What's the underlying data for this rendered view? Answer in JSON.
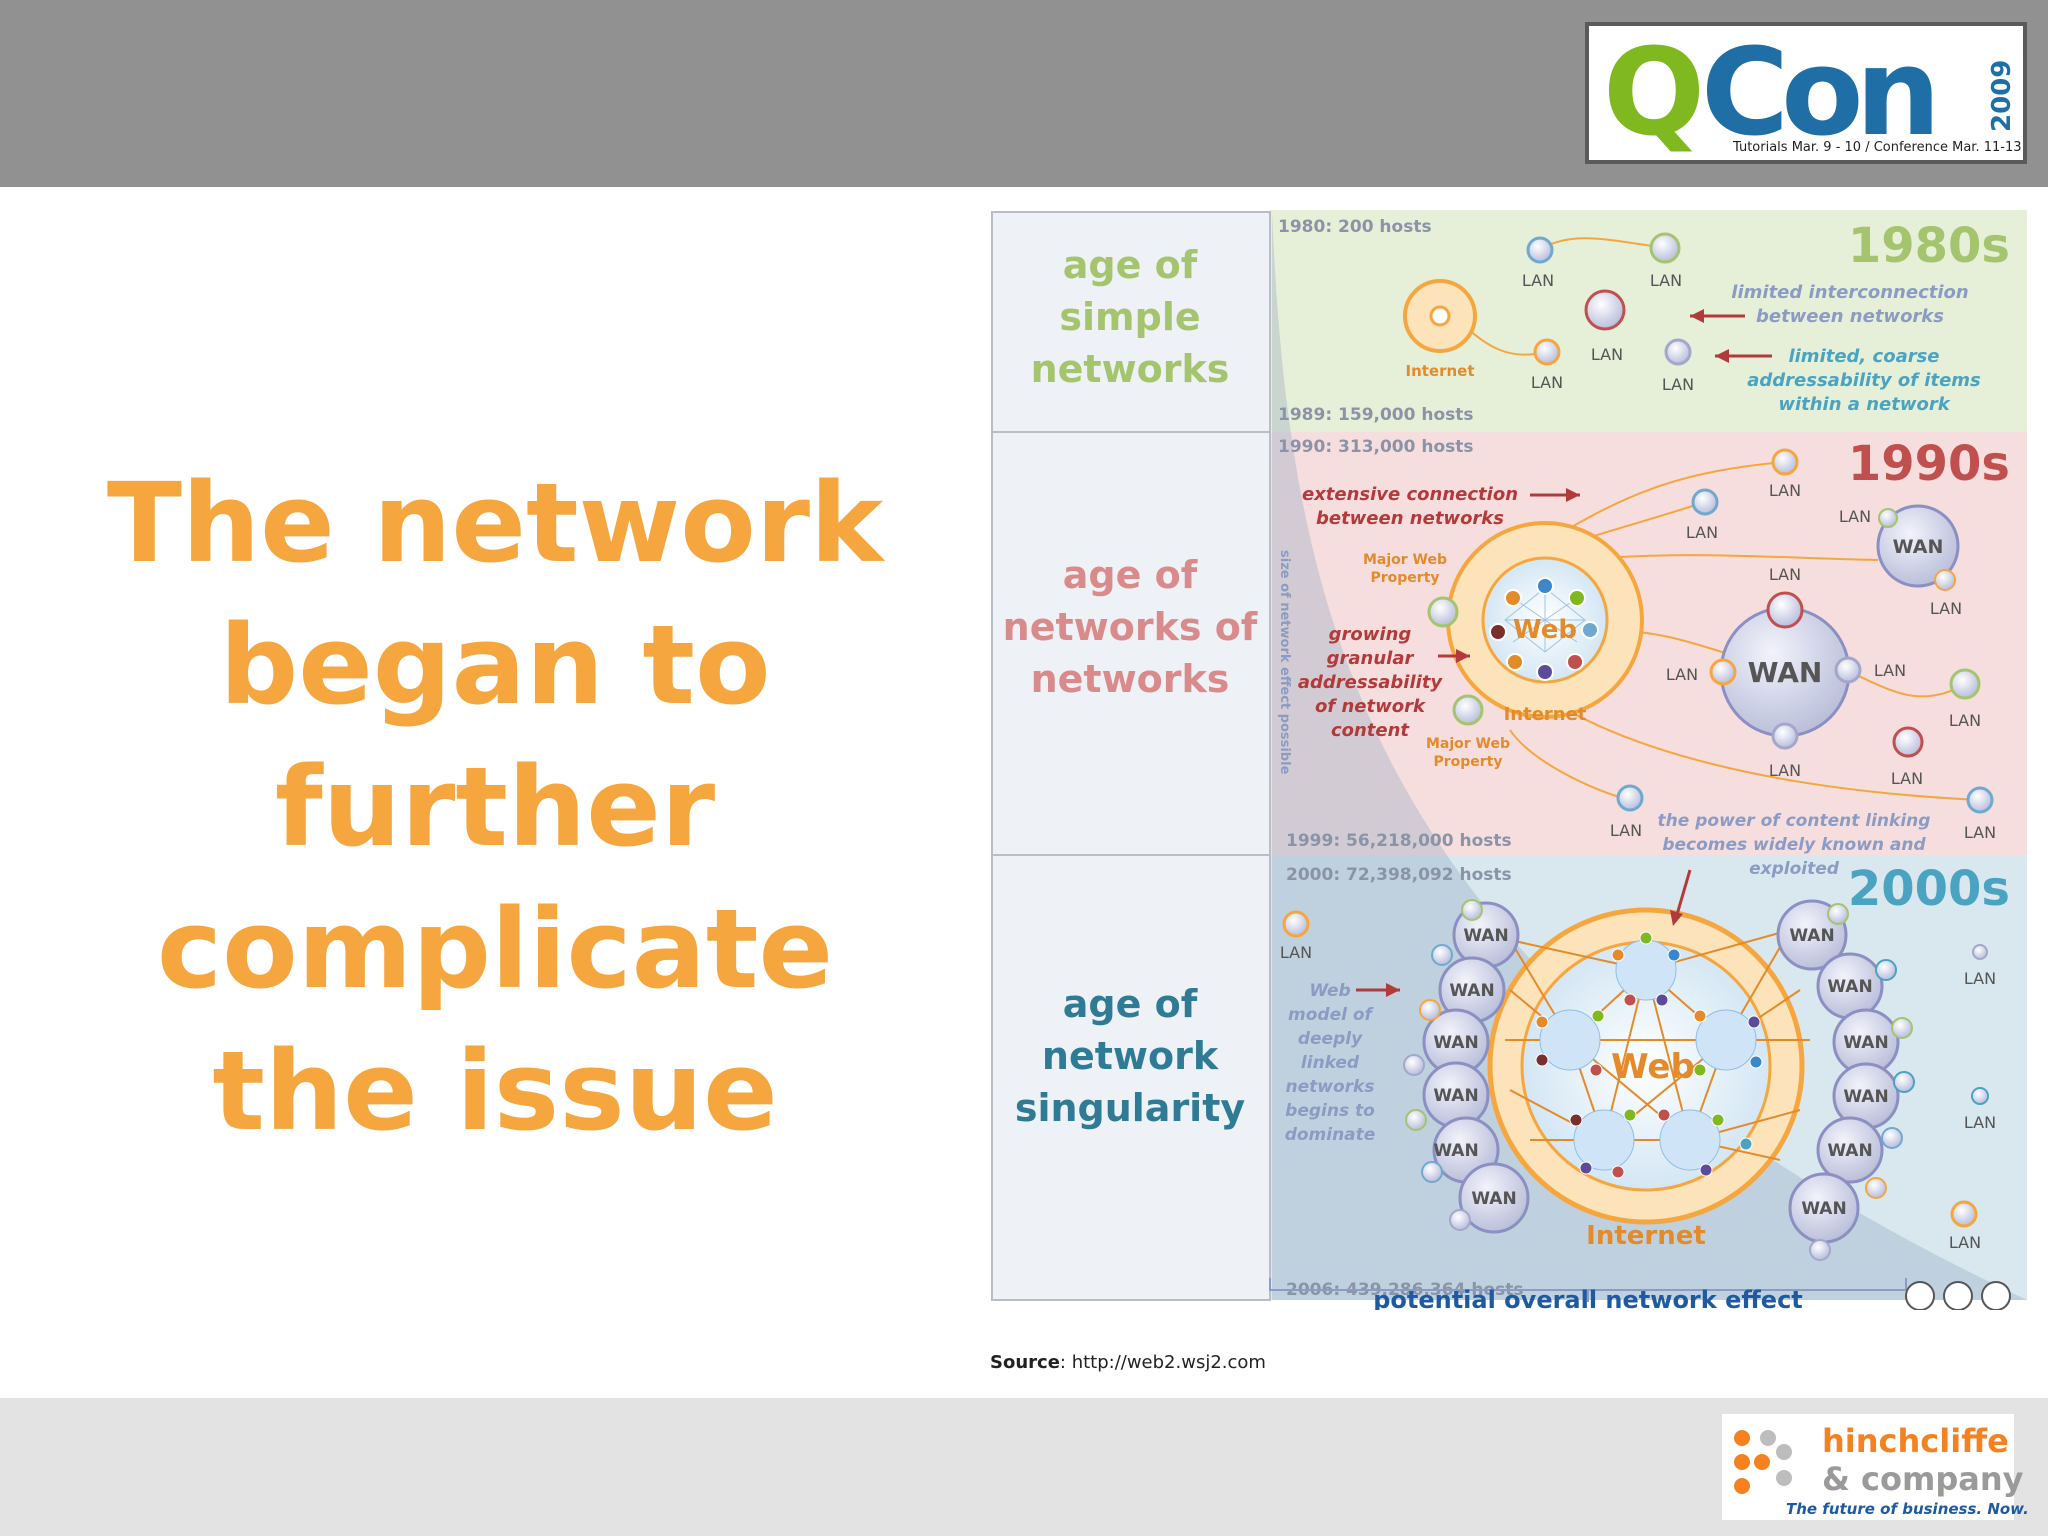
{
  "header": {
    "logo_q": "Q",
    "logo_con": "Con",
    "logo_year": "2009",
    "logo_tagline": "Tutorials Mar. 9 - 10  /  Conference Mar. 11-13"
  },
  "slide": {
    "headline_lines": [
      "The network",
      "began to",
      "further",
      "complicate",
      "the issue"
    ]
  },
  "diagram": {
    "ages": [
      {
        "lines": [
          "age of",
          "simple",
          "networks"
        ]
      },
      {
        "lines": [
          "age of",
          "networks of",
          "networks"
        ]
      },
      {
        "lines": [
          "age of",
          "network",
          "singularity"
        ]
      }
    ],
    "decades": [
      "1980s",
      "1990s",
      "2000s"
    ],
    "hosts": [
      "1980: 200 hosts",
      "1989: 159,000 hosts",
      "1990: 313,000 hosts",
      "1999: 56,218,000 hosts",
      "2000: 72,398,092 hosts",
      "2006: 439,286,364 hosts"
    ],
    "notes_1980": [
      "limited interconnection",
      "between networks",
      "limited, coarse",
      "addressability of items",
      "within a network"
    ],
    "notes_1990": [
      "extensive connection",
      "between networks",
      "growing",
      "granular",
      "addressability",
      "of network",
      "content",
      "the power of content linking",
      "becomes widely known and",
      "exploited"
    ],
    "notes_2000": [
      "Web",
      "model of",
      "deeply",
      "linked",
      "networks",
      "begins to",
      "dominate"
    ],
    "major_web_property": [
      "Major Web",
      "Property"
    ],
    "labels": {
      "lan": "LAN",
      "wan": "WAN",
      "web": "Web",
      "internet": "Internet"
    },
    "vertical_label": "size of network effect possible",
    "bottom_label": "potential overall network effect"
  },
  "source": {
    "label": "Source",
    "url": ": http://web2.wsj2.com"
  },
  "footer": {
    "company_line1": "hinchcliffe",
    "company_line2": "& company",
    "company_tagline": "The future of business. Now."
  },
  "colors": {
    "headline": "#f5a63e",
    "qcon_green": "#7fb81f",
    "qcon_blue": "#1f6fa6",
    "band_1980": "#e6efd8",
    "band_1990": "#f6dede",
    "band_2000": "#d9e7ee",
    "age_1980": "#a5c46e",
    "age_1990": "#d98a8a",
    "age_2000": "#2f7b95",
    "hinch_orange": "#f58220"
  }
}
